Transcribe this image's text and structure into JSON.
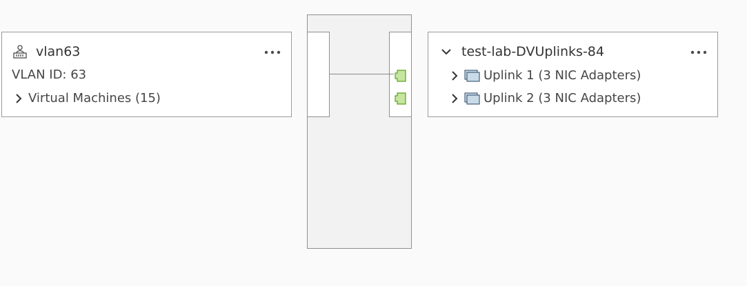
{
  "portgroup": {
    "name": "vlan63",
    "icon": "portgroup-icon",
    "vlan_label": "VLAN ID: 63",
    "vms_label": "Virtual Machines (15)",
    "more_icon": "more-horizontal-icon"
  },
  "uplinks": {
    "name": "test-lab-DVUplinks-84",
    "more_icon": "more-horizontal-icon",
    "items": [
      {
        "label": "Uplink 1 (3 NIC Adapters)",
        "icon": "uplink-nic-icon"
      },
      {
        "label": "Uplink 2 (3 NIC Adapters)",
        "icon": "uplink-nic-icon"
      }
    ]
  },
  "colors": {
    "port_fill": "#c5e5a0",
    "port_stroke": "#5aa220",
    "nic_fill": "#c9dbe7",
    "nic_stroke": "#46607a"
  }
}
